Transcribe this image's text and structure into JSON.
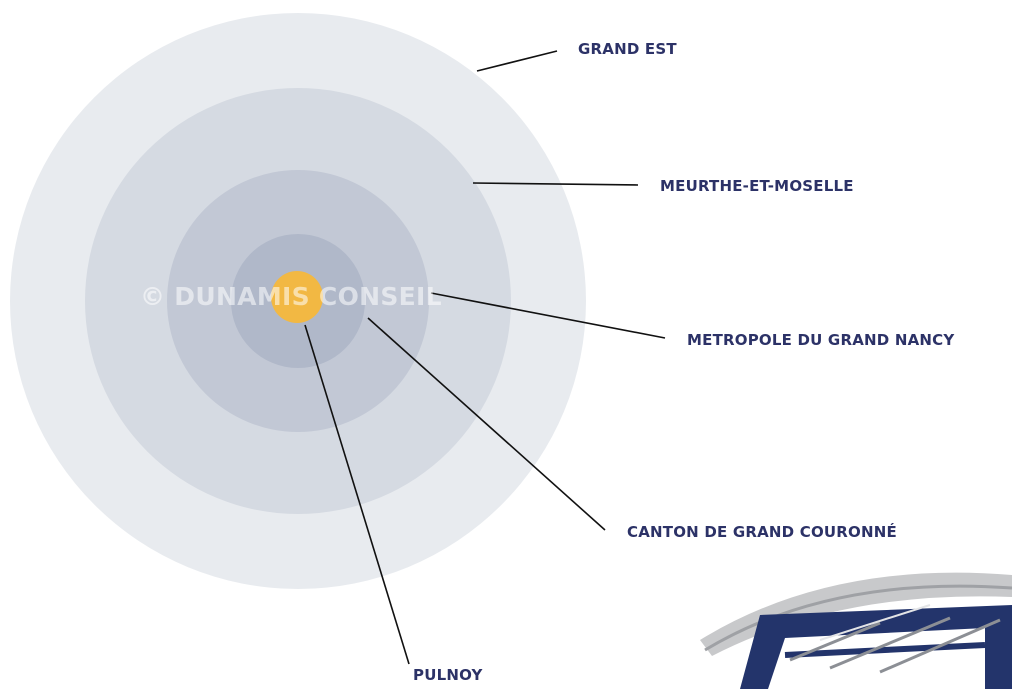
{
  "colors": {
    "ring_outer": "#e8ebef",
    "ring_2": "#d5dae2",
    "ring_3": "#c2c8d5",
    "ring_inner": "#b0b8c9",
    "center_dot": "#f2b843",
    "label_text": "#2c3267",
    "leader_line": "#111111",
    "bus_stop_roof": "#c8c9cb",
    "bus_stop_frame": "#23346b"
  },
  "watermark": "© DUNAMIS CONSEIL",
  "levels": [
    {
      "id": "grand_est",
      "label": "GRAND EST"
    },
    {
      "id": "meurthe",
      "label": "MEURTHE-ET-MOSELLE"
    },
    {
      "id": "metropole",
      "label": "METROPOLE DU GRAND NANCY"
    },
    {
      "id": "canton",
      "label": "CANTON DE GRAND COURONNÉ"
    },
    {
      "id": "pulnoy",
      "label": "PULNOY"
    }
  ]
}
